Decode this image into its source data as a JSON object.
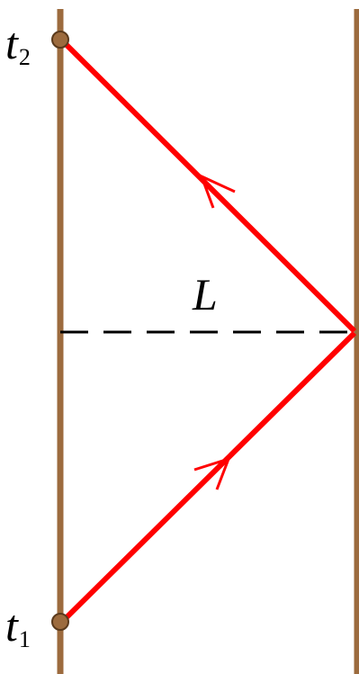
{
  "colors": {
    "wall": "#9c6b3e",
    "light_ray": "#ff0000",
    "dashed_line": "#000000",
    "event_marker": "#9c6b3e",
    "marker_outline": "#5a3a1c"
  },
  "labels": {
    "t2_symbol": "t",
    "t2_subscript": "2",
    "t1_symbol": "t",
    "t1_subscript": "1",
    "distance": "L"
  }
}
